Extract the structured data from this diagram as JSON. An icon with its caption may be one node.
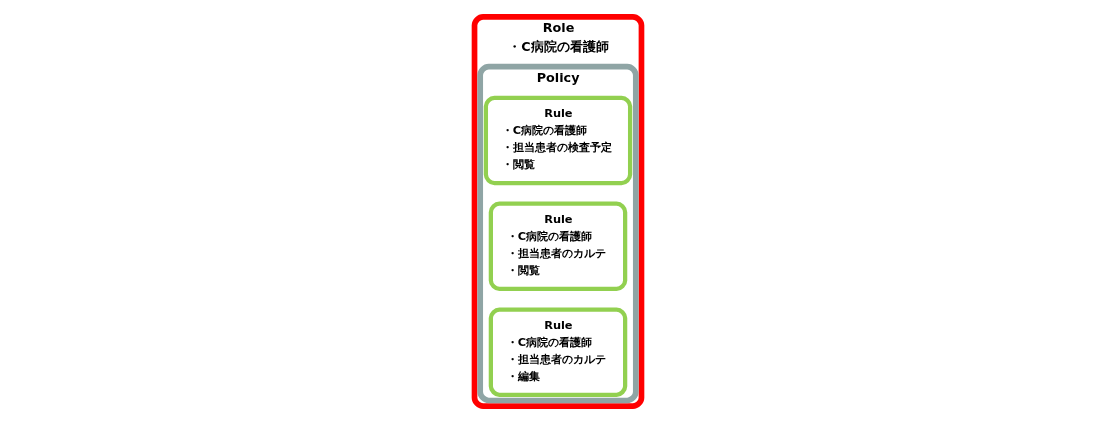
{
  "diagram": {
    "nodes": [
      {
        "text": [
          "Role",
          "・C病院の看護師"
        ]
      },
      {
        "text": [
          "Policy"
        ],
        "in": 0
      },
      {
        "text": [
          "Rule",
          "・C病院の看護師",
          "・担当患者のカルテ",
          "・編集"
        ],
        "in": 1
      },
      {
        "text": [
          "Rule",
          "・C病院の看護師",
          "・担当患者のカルテ",
          "・閲覧"
        ],
        "in": 1
      },
      {
        "text": [
          "Rule",
          "・C病院の看護師",
          "・担当患者の検査予定",
          "・閲覧"
        ],
        "in": 1
      }
    ]
  }
}
